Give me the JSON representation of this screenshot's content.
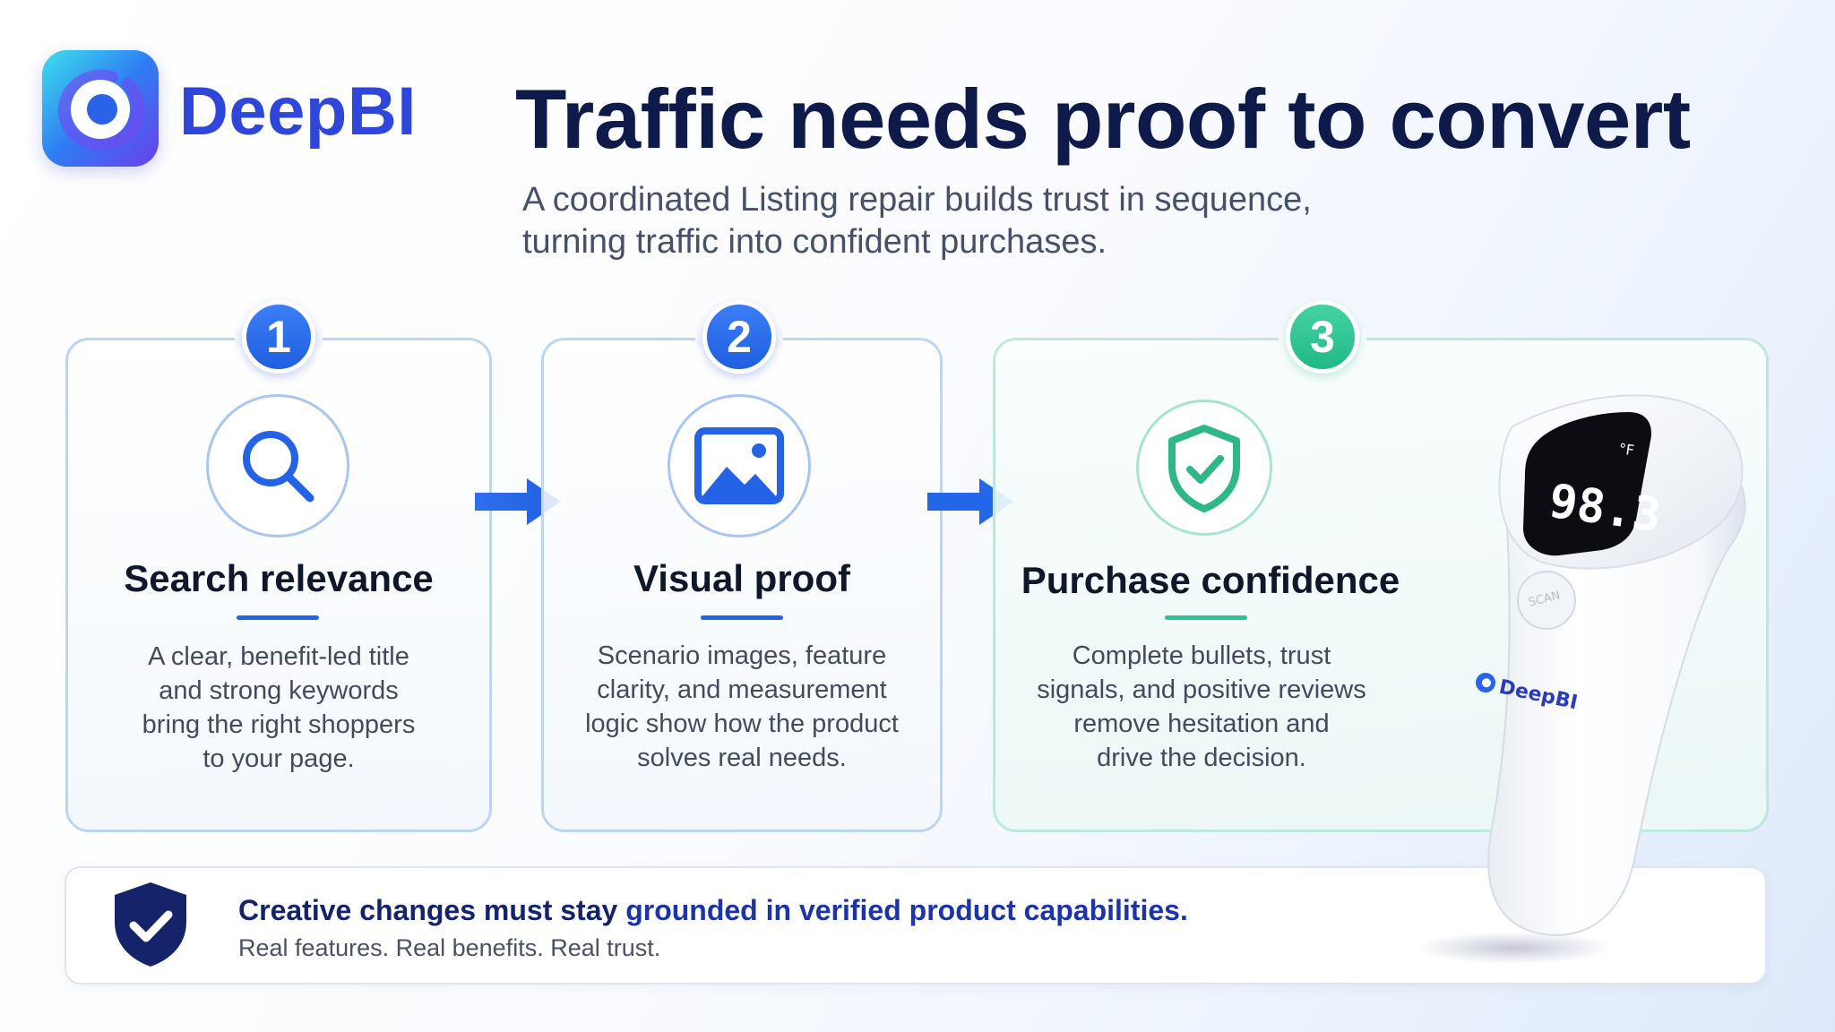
{
  "brand": {
    "name": "DeepBI",
    "logo_icon": "deepbi-logo-icon"
  },
  "header": {
    "title": "Traffic needs proof to convert",
    "subtitle_line1": "A coordinated Listing repair builds trust in sequence,",
    "subtitle_line2": "turning traffic into confident purchases."
  },
  "steps": [
    {
      "number": "1",
      "icon": "search-icon",
      "title": "Search relevance",
      "lines": [
        "A clear, benefit-led title",
        "and strong keywords",
        "bring the right shoppers",
        "to your page."
      ],
      "accent": "#2463e6"
    },
    {
      "number": "2",
      "icon": "image-icon",
      "title": "Visual proof",
      "lines": [
        "Scenario images, feature",
        "clarity, and measurement",
        "logic show how the product",
        "solves real needs."
      ],
      "accent": "#2463e6"
    },
    {
      "number": "3",
      "icon": "shield-check-icon",
      "title": "Purchase confidence",
      "lines": [
        "Complete bullets, trust",
        "signals, and positive reviews",
        "remove hesitation and",
        "drive the decision."
      ],
      "accent": "#2fc191"
    }
  ],
  "product": {
    "display_value": "98.3",
    "unit": "°F",
    "button_label": "SCAN",
    "brand_label": "DeepBI"
  },
  "banner": {
    "icon": "shield-check-icon",
    "title_part1": "Creative changes must stay ",
    "title_part2": "grounded in verified product capabilities.",
    "subtitle": "Real features. Real benefits. Real trust."
  },
  "colors": {
    "brand_blue": "#2e46d9",
    "navy": "#0d1a4a",
    "accent_blue": "#2463e6",
    "accent_green": "#2fc191"
  }
}
